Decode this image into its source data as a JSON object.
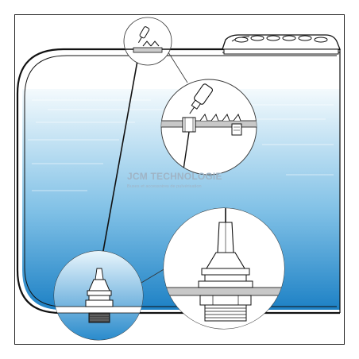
{
  "watermark": {
    "title": "JCM TECHNOLOGIE",
    "subtitle": "Buses et accessoires de pulvérisation"
  },
  "colors": {
    "tank_outline": "#1a1a1a",
    "liquid_top": "#e6f3fb",
    "liquid_bottom": "#1f86c8",
    "part_fill": "#ffffff",
    "plate_gray": "#c8c8c8"
  },
  "icons": [
    "tank-lid",
    "fill-valve",
    "float-nozzle",
    "hose"
  ]
}
